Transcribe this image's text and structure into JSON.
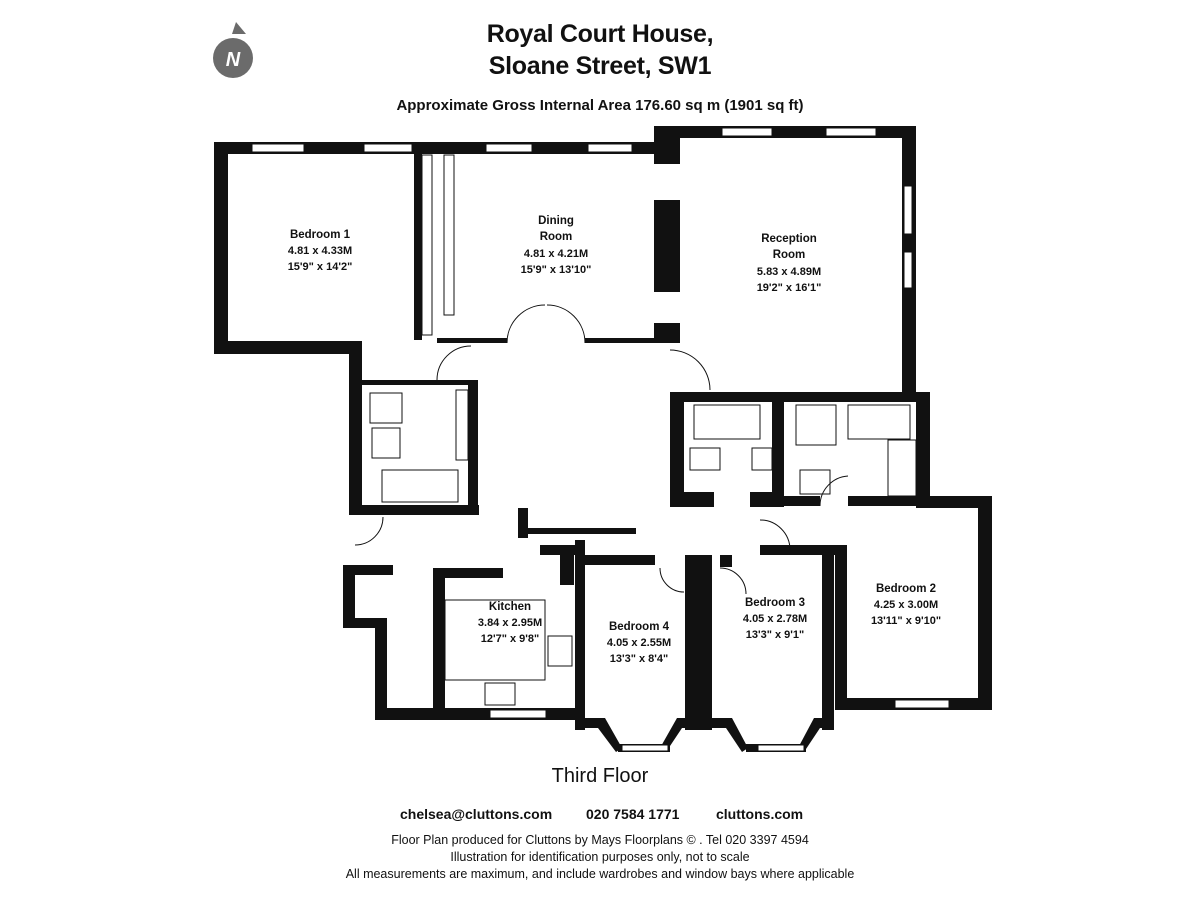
{
  "header": {
    "title_line1": "Royal Court House,",
    "title_line2": "Sloane Street, SW1",
    "area_text": "Approximate Gross Internal Area  176.60 sq m  (1901 sq ft)"
  },
  "compass": {
    "letter": "N"
  },
  "rooms": {
    "bedroom1": {
      "name": "Bedroom 1",
      "metric": "4.81 x 4.33M",
      "imperial": "15'9\" x 14'2\""
    },
    "dining": {
      "name1": "Dining",
      "name2": "Room",
      "metric": "4.81 x 4.21M",
      "imperial": "15'9\" x 13'10\""
    },
    "reception": {
      "name1": "Reception",
      "name2": "Room",
      "metric": "5.83 x 4.89M",
      "imperial": "19'2\" x 16'1\""
    },
    "kitchen": {
      "name": "Kitchen",
      "metric": "3.84 x 2.95M",
      "imperial": "12'7\" x 9'8\""
    },
    "bedroom4": {
      "name": "Bedroom 4",
      "metric": "4.05 x 2.55M",
      "imperial": "13'3\" x 8'4\""
    },
    "bedroom3": {
      "name": "Bedroom 3",
      "metric": "4.05 x 2.78M",
      "imperial": "13'3\" x 9'1\""
    },
    "bedroom2": {
      "name": "Bedroom 2",
      "metric": "4.25 x 3.00M",
      "imperial": "13'11\" x 9'10\""
    }
  },
  "floor_label": "Third Floor",
  "contact": {
    "email": "chelsea@cluttons.com",
    "phone": "020 7584 1771",
    "website": "cluttons.com"
  },
  "footer": {
    "line1": "Floor Plan produced for Cluttons by Mays Floorplans  © . Tel 020 3397 4594",
    "line2": "Illustration for identification purposes only, not to scale",
    "line3": "All measurements are maximum, and include wardrobes and window bays where applicable"
  },
  "colors": {
    "wall": "#111111",
    "compass": "#6b6b6b",
    "background": "#ffffff"
  }
}
